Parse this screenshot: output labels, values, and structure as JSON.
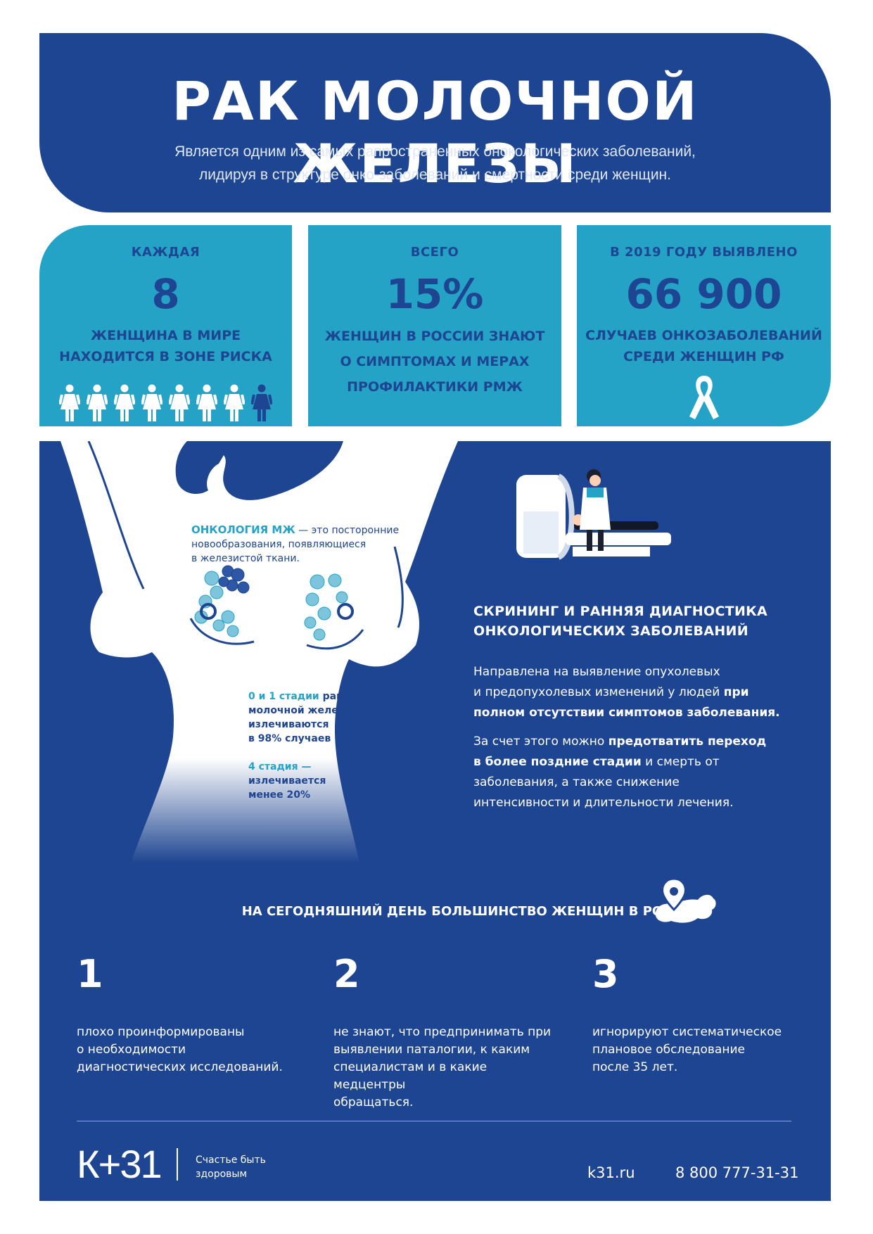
{
  "header": {
    "title": "РАК МОЛОЧНОЙ ЖЕЛЕЗЫ",
    "subtitle_line1": "Является одним из самых рапространенных онокологических заболеваний,",
    "subtitle_line2": "лидируя в структуре онко-заболеваний и смертности среди женщин."
  },
  "stats": [
    {
      "label": "КАЖДАЯ",
      "value": "8",
      "desc_line1": "ЖЕНЩИНА В МИРЕ",
      "desc_line2": "НАХОДИТСЯ В ЗОНЕ РИСКА",
      "desc_line3": ""
    },
    {
      "label": "ВСЕГО",
      "value": "15%",
      "desc_line1": "ЖЕНЩИН В РОССИИ ЗНАЮТ",
      "desc_line2": "О СИМПТОМАХ И МЕРАХ",
      "desc_line3": "ПРОФИЛАКТИКИ РМЖ"
    },
    {
      "label": "В 2019 ГОДУ ВЫЯВЛЕНО",
      "value": "66 900",
      "desc_line1": "СЛУЧАЕВ ОНКОЗАБОЛЕВАНИЙ",
      "desc_line2": "СРЕДИ ЖЕНЩИН РФ",
      "desc_line3": ""
    }
  ],
  "women_icons": {
    "total": 8,
    "highlighted": 1
  },
  "oncology": {
    "term": "ОНКОЛОГИЯ МЖ",
    "definition_1": " — это посторонние",
    "definition_2": "новообразования, появляющиеся",
    "definition_3": "в железистой ткани."
  },
  "stages": {
    "s1_highlight": "0 и 1 стадии",
    "s1_rest_1": " рака",
    "s1_line2": "молочной железы",
    "s1_line3": "излечиваются",
    "s1_line4": "в 98% случаев",
    "s4_highlight": "4 стадия —",
    "s4_line2": "излечивается",
    "s4_line3": "менее 20%"
  },
  "screening": {
    "title_line1": "СКРИНИНГ И РАННЯЯ ДИАГНОСТИКА",
    "title_line2": "ОНКОЛОГИЧЕСКИХ ЗАБОЛЕВАНИЙ",
    "p1_a": "Направлена на выявление опухолевых",
    "p1_b": "и предопухолевых изменений у людей ",
    "p1_bold1": "при",
    "p1_bold2": "полном отсутствии симптомов заболевания.",
    "p2_a": "За счет этого можно ",
    "p2_bold1": "предотватить переход",
    "p2_bold2": "в более поздние стадии",
    "p2_b": " и смерть от",
    "p2_c": "заболевания, а также снижение",
    "p2_d": "интенсивности и длительности лечения."
  },
  "today": {
    "title": "НА СЕГОДНЯШНИЙ ДЕНЬ БОЛЬШИНСТВО ЖЕНЩИН В РОССИИ:",
    "items": [
      {
        "n": "1",
        "l1": "плохо проинформированы",
        "l2": "о необходимости",
        "l3": "диагностических исследований.",
        "l4": ""
      },
      {
        "n": "2",
        "l1": "не знают, что предпринимать при",
        "l2": "выявлении паталогии, к каким",
        "l3": "специалистам и в какие медцентры",
        "l4": "обращаться."
      },
      {
        "n": "3",
        "l1": "игнорируют систематическое",
        "l2": "плановое обследование",
        "l3": "после 35 лет.",
        "l4": ""
      }
    ]
  },
  "footer": {
    "logo": "К+31",
    "slogan_1": "Счастье быть",
    "slogan_2": "здоровым",
    "site": "k31.ru",
    "phone": "8 800 777-31-31"
  },
  "colors": {
    "navy": "#1e4591",
    "teal": "#24a3c7",
    "white": "#ffffff"
  }
}
